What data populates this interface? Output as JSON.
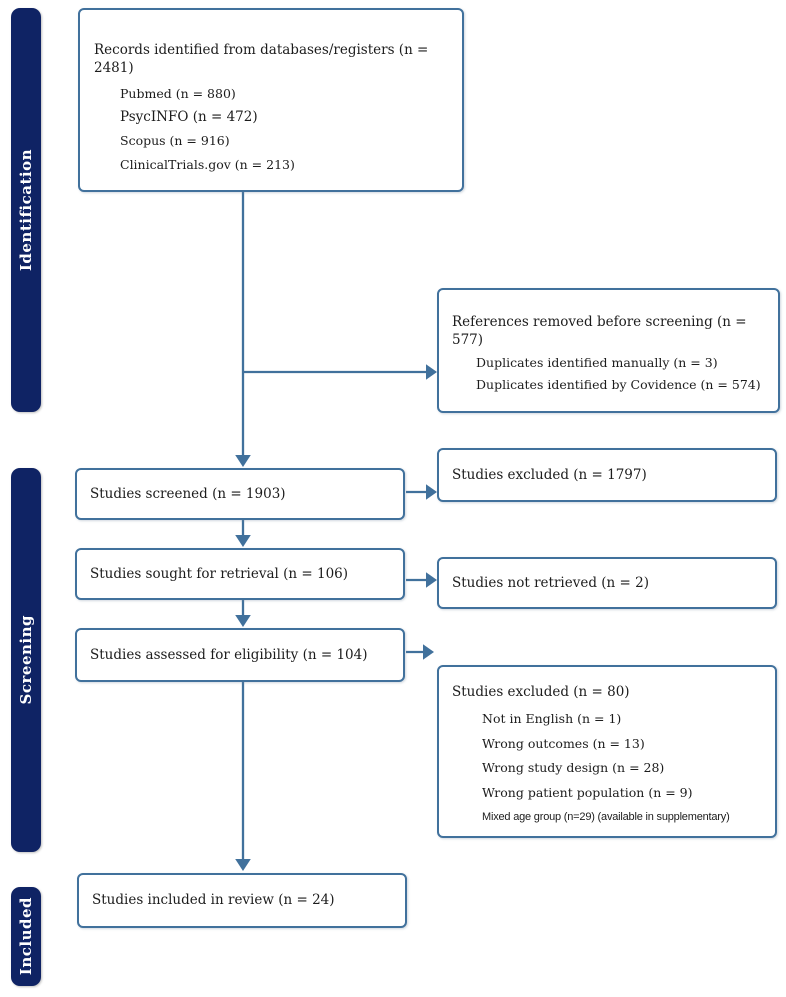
{
  "colors": {
    "accent": "#41719c",
    "sidebar_bg": "#0f2364",
    "text": "#1c1c1c"
  },
  "stages": [
    {
      "label": "Identification"
    },
    {
      "label": "Screening"
    },
    {
      "label": "Included"
    }
  ],
  "boxes": {
    "records": {
      "title": "Records identified from databases/registers (n = 2481)",
      "items": [
        "Pubmed (n = 880)",
        "PsycINFO (n = 472)",
        "Scopus (n = 916)",
        "ClinicalTrials.gov (n = 213)"
      ]
    },
    "removed": {
      "title": "References removed before screening (n = 577)",
      "items": [
        "Duplicates identified manually (n = 3)",
        "Duplicates identified by Covidence (n = 574)"
      ]
    },
    "screened": {
      "title": "Studies screened (n = 1903)"
    },
    "excluded_screened": {
      "title": "Studies excluded (n = 1797)"
    },
    "sought": {
      "title": "Studies sought for retrieval (n = 106)"
    },
    "not_retrieved": {
      "title": "Studies not retrieved (n = 2)"
    },
    "assessed": {
      "title": "Studies assessed for eligibility (n = 104)"
    },
    "excluded_assessed": {
      "title": "Studies excluded (n = 80)",
      "items": [
        "Not in English (n = 1)",
        "Wrong outcomes (n = 13)",
        "Wrong study design (n = 28)",
        "Wrong patient population (n = 9)"
      ],
      "note": "Mixed age group (n=29) (available in supplementary)"
    },
    "included": {
      "title": "Studies included in review (n = 24)"
    }
  }
}
